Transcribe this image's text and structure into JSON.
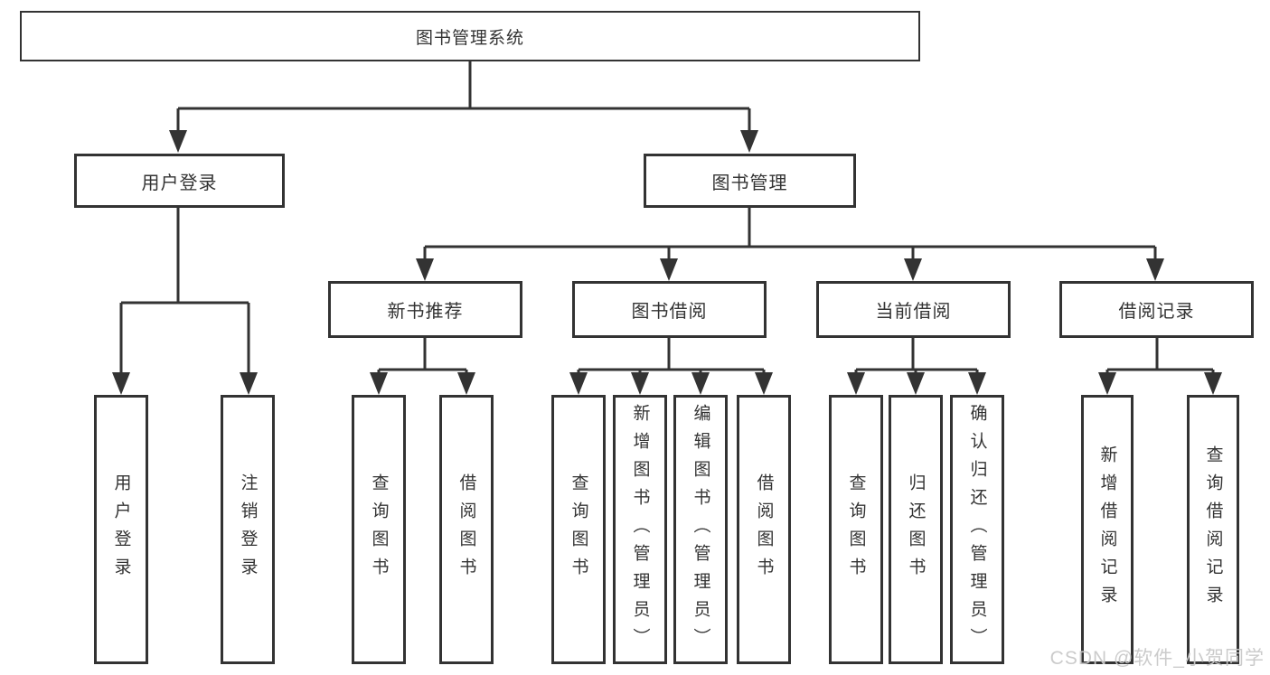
{
  "colors": {
    "line": "#333333",
    "text": "#333333",
    "background": "#ffffff",
    "watermark": "#c9c9c9"
  },
  "tree": {
    "root": {
      "label": "图书管理系统"
    },
    "level2": [
      {
        "label": "用户登录"
      },
      {
        "label": "图书管理"
      }
    ],
    "level3": [
      {
        "label": "新书推荐"
      },
      {
        "label": "图书借阅"
      },
      {
        "label": "当前借阅"
      },
      {
        "label": "借阅记录"
      }
    ],
    "leaves": {
      "login": [
        {
          "label": "用户登录"
        },
        {
          "label": "注销登录"
        }
      ],
      "newbook": [
        {
          "label": "查询图书"
        },
        {
          "label": "借阅图书"
        }
      ],
      "borrow": [
        {
          "label": "查询图书"
        },
        {
          "label": "新增图书（管理员）"
        },
        {
          "label": "编辑图书（管理员）"
        },
        {
          "label": "借阅图书"
        }
      ],
      "current": [
        {
          "label": "查询图书"
        },
        {
          "label": "归还图书"
        },
        {
          "label": "确认归还（管理员）"
        }
      ],
      "records": [
        {
          "label": "新增借阅记录"
        },
        {
          "label": "查询借阅记录"
        }
      ]
    }
  },
  "watermark": {
    "label": "CSDN @软件_小贺同学"
  }
}
